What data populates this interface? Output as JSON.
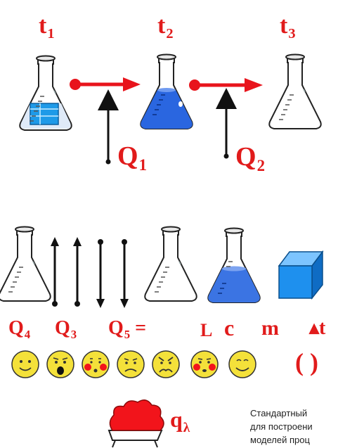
{
  "labels": {
    "t1": {
      "base": "t",
      "sub": "1"
    },
    "t2": {
      "base": "t",
      "sub": "2"
    },
    "t3": {
      "base": "t",
      "sub": "3"
    },
    "q1": {
      "base": "Q",
      "sub": "1"
    },
    "q2": {
      "base": "Q",
      "sub": "2"
    },
    "q4": {
      "base": "Q",
      "sub": "4"
    },
    "q3": {
      "base": "Q",
      "sub": "3"
    },
    "q5": {
      "base": "Q",
      "sub": "5",
      "suffix": " ="
    },
    "L": "L",
    "c": "c",
    "m": "m",
    "delta_t": "▴t",
    "parens": "( )",
    "q_lambda": {
      "base": "q",
      "sub": "λ"
    }
  },
  "caption": {
    "line1": "Стандартный",
    "line2": "для построени",
    "line3": "моделей проц"
  },
  "colors": {
    "label_red": "#e11b1b",
    "arrow_red": "#e8141c",
    "water_blue": "#2a66e0",
    "ice_blue": "#1e9ae8",
    "cube_blue": "#1e90ee",
    "smiley_yellow": "#f4e13a",
    "flame_red": "#f2141b"
  },
  "icons": [
    "flask-ice-icon",
    "flask-water-icon",
    "flask-empty-icon",
    "arrow-right-icon",
    "double-arrow-icon",
    "cube-icon",
    "smiley-face-icon",
    "burner-flame-icon"
  ]
}
